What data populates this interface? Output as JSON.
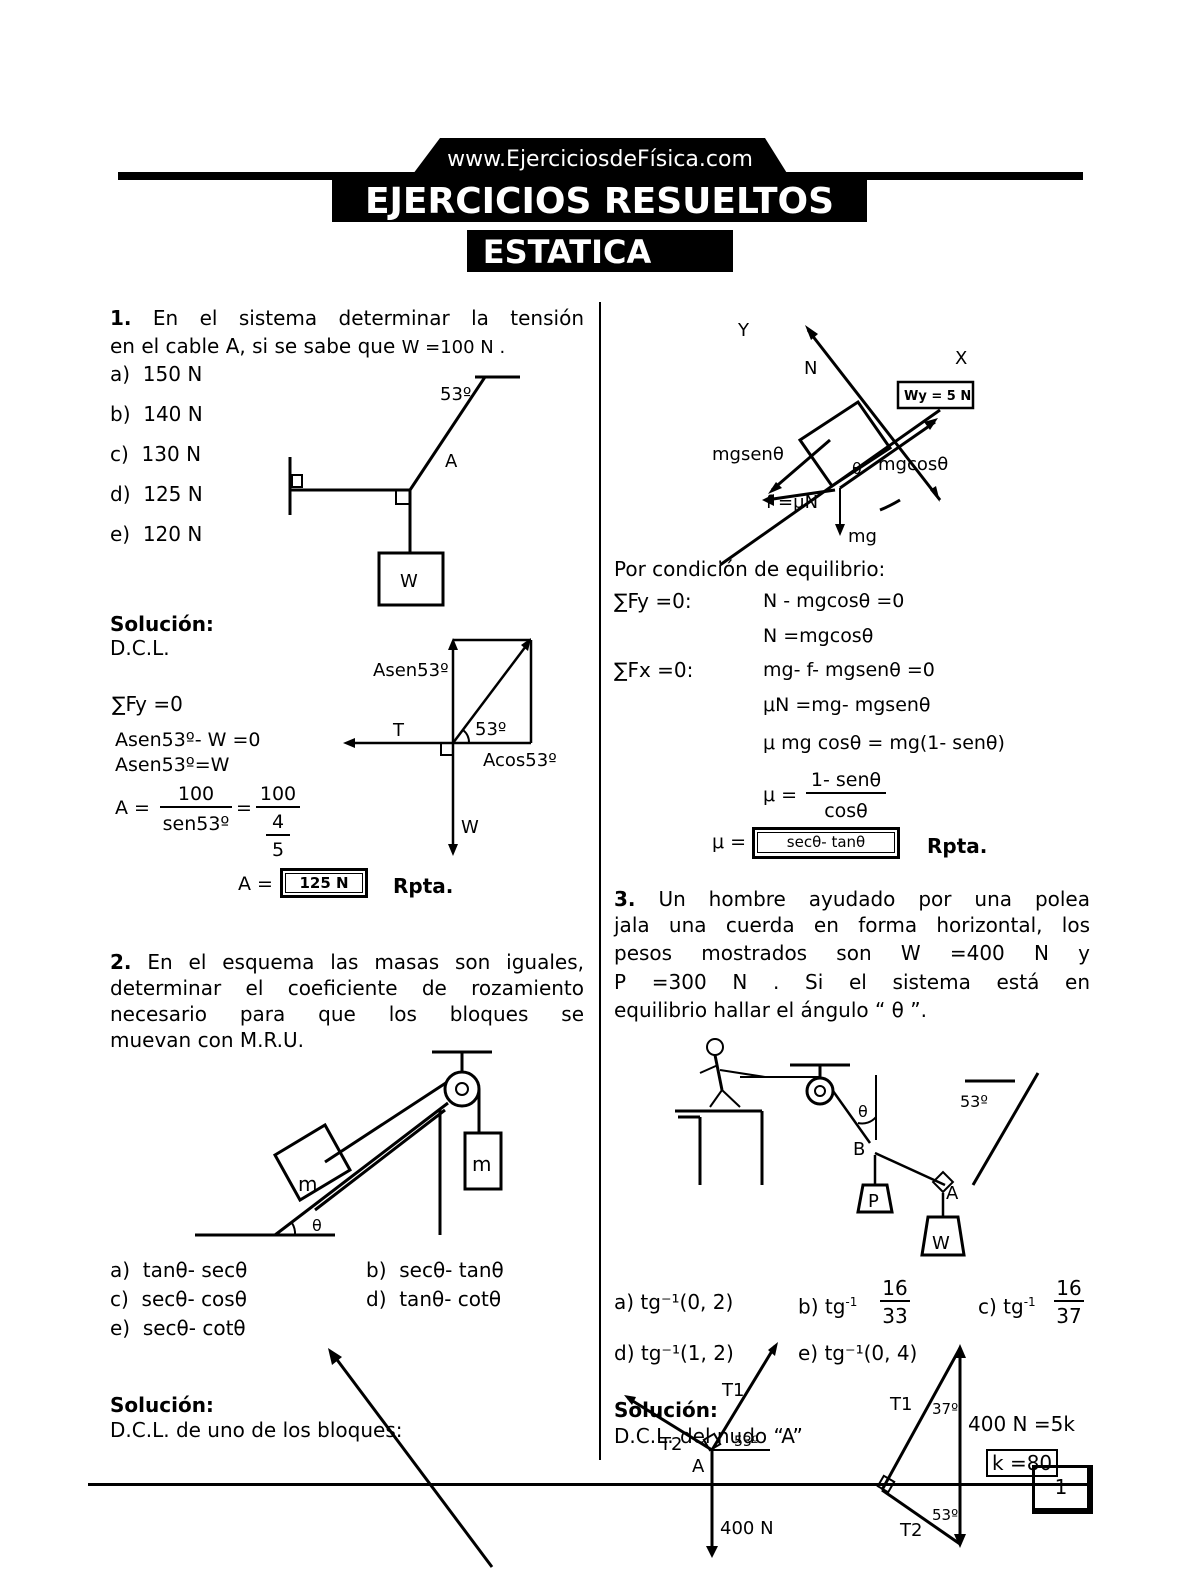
{
  "header": {
    "site": "www.EjerciciosdeFísica.com",
    "title": "EJERCICIOS RESUELTOS",
    "subtitle": "ESTATICA"
  },
  "p1": {
    "number": "1.",
    "lines": [
      "En el sistema determinar la tensión",
      "en el cable A, si se sabe que"
    ],
    "given": "W =100 N .",
    "options": [
      {
        "key": "a)",
        "value": "150 N"
      },
      {
        "key": "b)",
        "value": "140 N"
      },
      {
        "key": "c)",
        "value": "130 N"
      },
      {
        "key": "d)",
        "value": "125 N"
      },
      {
        "key": "e)",
        "value": "120 N"
      }
    ],
    "figure": {
      "angle": "53º",
      "label_a": "A",
      "label_w": "W"
    },
    "solution_title": "Solución:",
    "dcl": "D.C.L.",
    "eq1": "∑Fy =0",
    "eq2": "Asen53º- W =0",
    "eq3": "Asen53º=W",
    "eq4_lhs": "A =",
    "eq4_num1": "100",
    "eq4_den1": "sen53º",
    "eq4_eq": "=",
    "eq4_num2": "100",
    "eq4_den2_num": "4",
    "eq4_den2_den": "5",
    "answer_prefix": "A =",
    "answer": "125 N",
    "rpta": "Rpta.",
    "dcl_labels": {
      "asen": "Asen53º",
      "t": "T",
      "angle": "53º",
      "acos": "Acos53º",
      "w": "W"
    }
  },
  "p2": {
    "number": "2.",
    "lines": [
      "En el esquema las masas son iguales,",
      "determinar el coeficiente de rozamiento",
      "necesario para que los bloques se",
      "muevan con M.R.U."
    ],
    "figure": {
      "m1": "m",
      "m2": "m",
      "theta": "θ"
    },
    "options": [
      {
        "key": "a)",
        "value": "tanθ- secθ"
      },
      {
        "key": "b)",
        "value": "secθ- tanθ"
      },
      {
        "key": "c)",
        "value": "secθ- cosθ"
      },
      {
        "key": "d)",
        "value": "tanθ- cotθ"
      },
      {
        "key": "e)",
        "value": "secθ- cotθ"
      }
    ],
    "solution_title": "Solución:",
    "dcl": "D.C.L. de uno de los bloques:",
    "dcl_labels": {
      "y": "Y",
      "x": "X",
      "n": "N",
      "box": "Wy = 5 N",
      "mgsen": "mgsenθ",
      "mgcos": "mgcosθ",
      "theta": "θ",
      "f": "f =μN",
      "mg": "mg"
    },
    "equilibrium": "Por condición de equilibrio:",
    "sum_fy": "∑Fy =0:",
    "eq_fy1": "N - mgcosθ =0",
    "eq_fy2": "N =mgcosθ",
    "sum_fx": "∑Fx =0:",
    "eq_fx1": "mg- f- mgsenθ =0",
    "eq_fx2": "μN =mg- mgsenθ",
    "eq_fx3": "μ mg cosθ = mg(1- senθ)",
    "mu_lhs": "μ =",
    "mu_num": "1- senθ",
    "mu_den": "cosθ",
    "ans_lhs": "μ =",
    "answer": "secθ- tanθ",
    "rpta": "Rpta."
  },
  "p3": {
    "number": "3.",
    "lines": [
      "Un hombre ayudado por una polea",
      "jala una cuerda en forma horizontal, los",
      "pesos mostrados son W =400 N y",
      "P =300 N . Si el sistema está en"
    ],
    "last_line": "equilibrio hallar el ángulo “ θ ”.",
    "figure": {
      "theta": "θ",
      "b": "B",
      "p": "P",
      "a": "A",
      "w": "W",
      "angle": "53º"
    },
    "options": [
      {
        "key": "a)",
        "value": "tg⁻¹(0, 2)"
      },
      {
        "key": "b)",
        "value": "tg⁻¹ 16/33"
      },
      {
        "key": "c)",
        "value": "tg⁻¹ 16/37"
      },
      {
        "key": "d)",
        "value": "tg⁻¹(1, 2)"
      },
      {
        "key": "e)",
        "value": "tg⁻¹(0, 4)"
      }
    ],
    "frac_b": {
      "num": "16",
      "den": "33"
    },
    "frac_c": {
      "num": "16",
      "den": "37"
    },
    "solution_title": "Solución:",
    "dcl": "D.C.L. del nudo “A”",
    "dcl_labels": {
      "t1": "T1",
      "t2": "T2",
      "a": "A",
      "angle53": "53º",
      "w400": "400 N",
      "tri_t1": "T1",
      "tri_37": "37º",
      "tri_t2": "T2",
      "tri_53": "53º",
      "eq": "400 N =5k",
      "k": "k =80"
    }
  },
  "page_number": "1"
}
